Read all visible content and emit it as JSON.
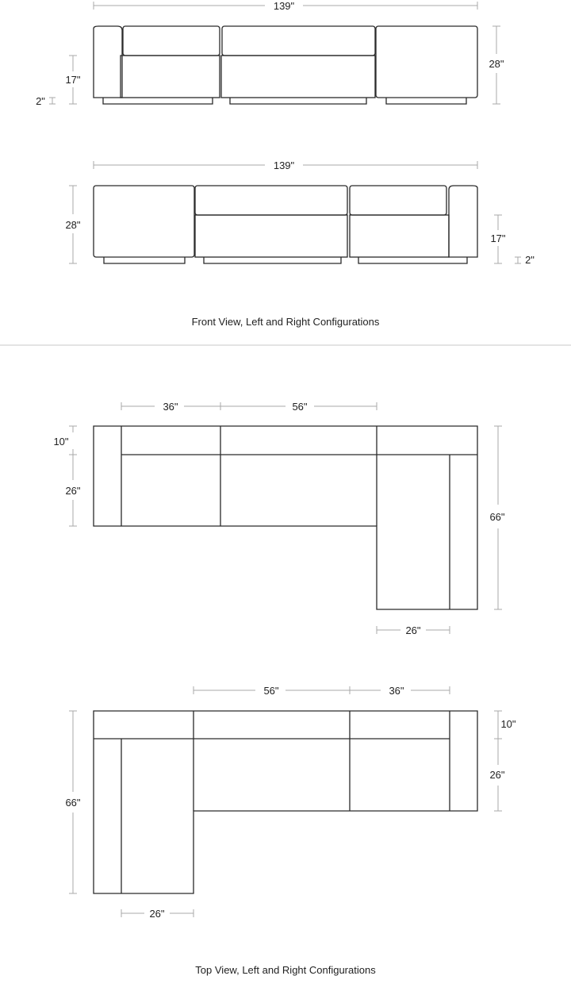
{
  "front_view": {
    "left": {
      "width": "139\"",
      "seat_height": "17\"",
      "leg_height": "2\"",
      "total_height": "28\""
    },
    "right": {
      "width": "139\"",
      "seat_height": "17\"",
      "leg_height": "2\"",
      "total_height": "28\""
    },
    "caption": "Front View, Left and Right Configurations"
  },
  "top_view": {
    "left": {
      "corner_width": "36\"",
      "sofa_width": "56\"",
      "back_depth": "10\"",
      "seat_depth": "26\"",
      "total_depth": "66\"",
      "chaise_width": "26\""
    },
    "right": {
      "sofa_width": "56\"",
      "corner_width": "36\"",
      "back_depth": "10\"",
      "seat_depth": "26\"",
      "total_depth": "66\"",
      "chaise_width": "26\""
    },
    "caption": "Top View, Left and Right Configurations"
  }
}
